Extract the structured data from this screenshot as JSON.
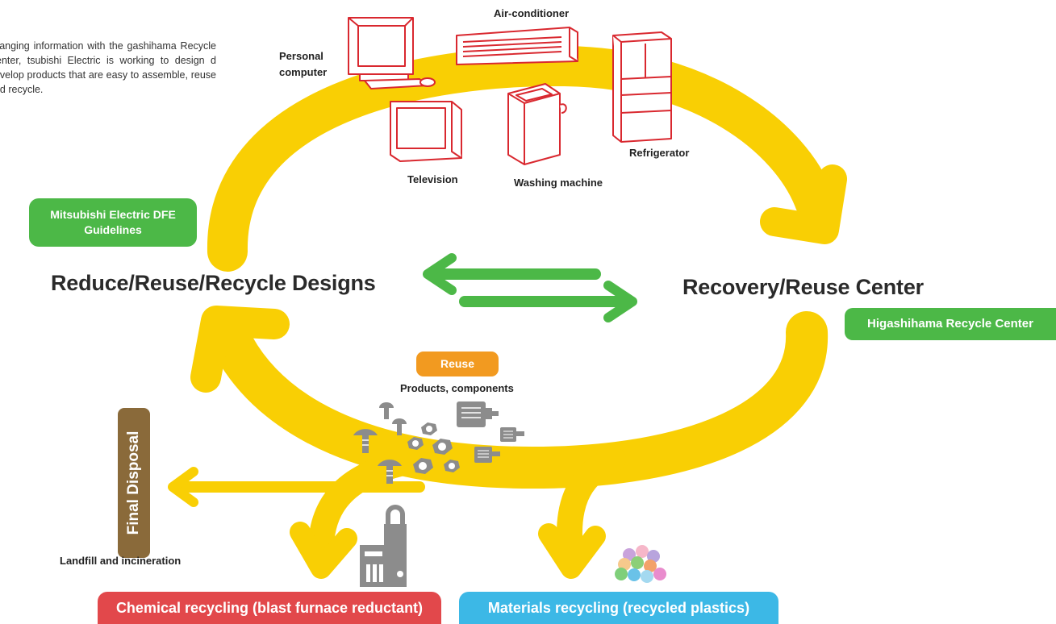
{
  "intro_text": "changing information with the gashihama Recycle Center, tsubishi Electric is working to design d develop products that are easy to assemble, reuse and recycle.",
  "products": {
    "air_conditioner": "Air-conditioner",
    "personal_computer": "Personal computer",
    "refrigerator": "Refrigerator",
    "television": "Television",
    "washing_machine": "Washing machine"
  },
  "guidelines_badge": "Mitsubishi Electric DFE Guidelines",
  "left_node": "Reduce/Reuse/Recycle Designs",
  "right_node": "Recovery/Reuse Center",
  "center_badge": "Higashihama Recycle Center",
  "reuse": {
    "badge": "Reuse",
    "caption": "Products, components"
  },
  "final_disposal": {
    "badge": "Final Disposal",
    "caption": "Landfill and incineration"
  },
  "chemical_recycling": "Chemical recycling (blast furnace reductant)",
  "materials_recycling": "Materials recycling (recycled plastics)",
  "colors": {
    "loop": "#f9cf04",
    "green": "#4cb847",
    "orange": "#f29a20",
    "red": "#e2484b",
    "cyan": "#3cb8e6",
    "brown": "#8a6a3a",
    "appliance": "#d9282f",
    "parts": "#8c8c8c"
  },
  "icons": [
    "personal-computer-icon",
    "air-conditioner-icon",
    "refrigerator-icon",
    "television-icon",
    "washing-machine-icon",
    "screw-icon",
    "nut-icon",
    "motor-icon",
    "furnace-icon",
    "plastic-pellets-icon"
  ]
}
